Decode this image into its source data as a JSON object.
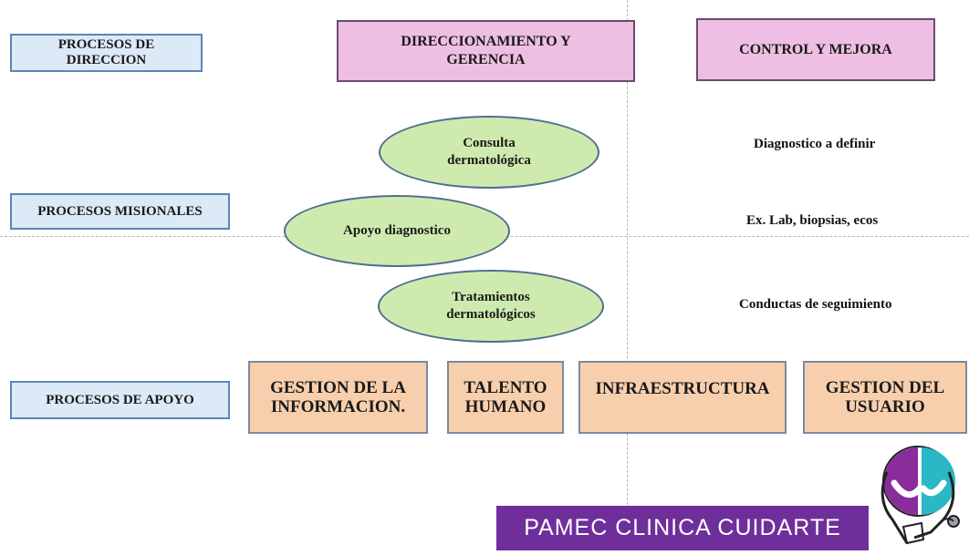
{
  "categories": {
    "direccion": "PROCESOS DE\nDIRECCION",
    "misionales": "PROCESOS MISIONALES",
    "apoyo": "PROCESOS DE APOYO"
  },
  "direction_boxes": {
    "gerencia": "DIRECCIONAMIENTO Y\nGERENCIA",
    "control": "CONTROL Y MEJORA"
  },
  "missional_processes": {
    "consulta": "Consulta\ndermatológica",
    "apoyo_diag": "Apoyo diagnostico",
    "tratamientos": "Tratamientos\ndermatológicos"
  },
  "notes": {
    "diagnostico": "Diagnostico a definir",
    "lab": "Ex. Lab, biopsias, ecos",
    "conductas": "Conductas de seguimiento"
  },
  "support_boxes": {
    "informacion": "GESTION DE LA\nINFORMACION.",
    "talento": "TALENTO\nHUMANO",
    "infraestructura": "INFRAESTRUCTURA",
    "usuario": "GESTION DEL\nUSUARIO"
  },
  "banner": "PAMEC CLINICA CUIDARTE",
  "logo": {
    "icon": "stethoscope-face-logo",
    "colors": {
      "purple": "#8a2c9e",
      "teal": "#2ab7c6",
      "outline": "#222222"
    }
  }
}
